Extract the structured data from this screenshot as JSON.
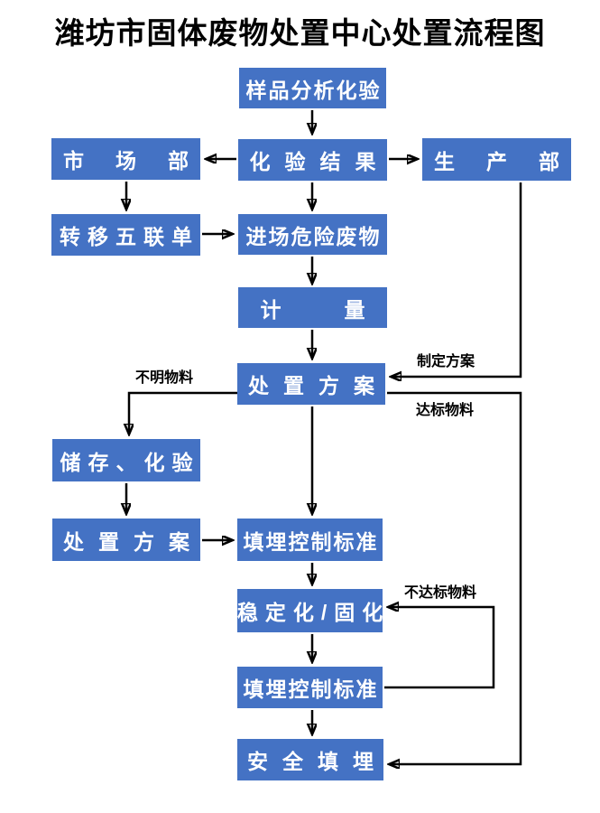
{
  "title": "潍坊市固体废物处置中心处置流程图",
  "colors": {
    "box_fill": "#4472C4",
    "box_text": "#ffffff",
    "line": "#000000",
    "label_text": "#000000"
  },
  "boxes": {
    "sample_analysis": {
      "label": "样品分析化验"
    },
    "market_dept": {
      "label": "市场部"
    },
    "test_result": {
      "label": "化验结果"
    },
    "production_dept": {
      "label": "生产部"
    },
    "transfer_form": {
      "label": "转移五联单"
    },
    "incoming_waste": {
      "label": "进场危险废物"
    },
    "weighing": {
      "label": "计量"
    },
    "disposal_plan": {
      "label": "处置方案"
    },
    "storage_testing": {
      "label": "储存、化验"
    },
    "disposal_plan_2": {
      "label": "处置方案"
    },
    "landfill_standard_1": {
      "label": "填埋控制标准"
    },
    "stabilization": {
      "label": "稳定化/固化"
    },
    "landfill_standard_2": {
      "label": "填埋控制标准"
    },
    "safe_landfill": {
      "label": "安全填埋"
    }
  },
  "edge_labels": {
    "unknown_material": "不明物料",
    "make_plan": "制定方案",
    "qualified_material": "达标物料",
    "unqualified_material": "不达标物料"
  }
}
